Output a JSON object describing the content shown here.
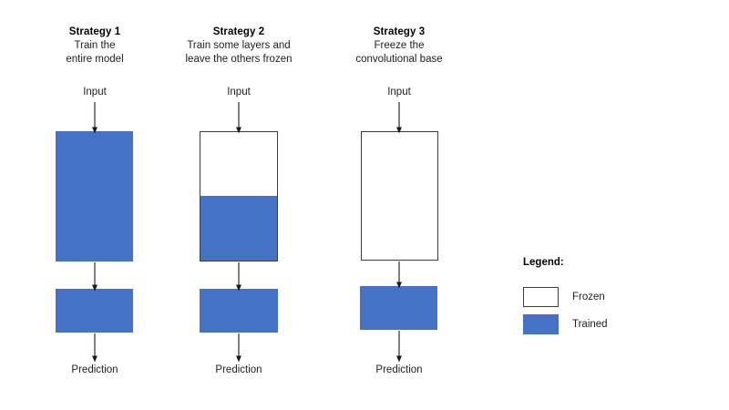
{
  "diagram": {
    "background_color": "#ffffff",
    "trained_color": "#4472c4",
    "frozen_color": "#ffffff",
    "frozen_border_color": "#3c3c3c",
    "arrow_color": "#1a1a1a"
  },
  "columns": [
    {
      "id": "strategy-1",
      "title": "Strategy 1",
      "subtitle_line1": "Train the",
      "subtitle_line2": "entire model",
      "input_label": "Input",
      "output_label": "Prediction",
      "base_block": {
        "state": "trained",
        "frozen_fraction": 0
      },
      "head_block": {
        "state": "trained"
      }
    },
    {
      "id": "strategy-2",
      "title": "Strategy 2",
      "subtitle_line1": "Train some layers and",
      "subtitle_line2": "leave the others frozen",
      "input_label": "Input",
      "output_label": "Prediction",
      "base_block": {
        "state": "split",
        "frozen_fraction": 0.5
      },
      "head_block": {
        "state": "trained"
      }
    },
    {
      "id": "strategy-3",
      "title": "Strategy 3",
      "subtitle_line1": "Freeze the",
      "subtitle_line2": "convolutional base",
      "input_label": "Input",
      "output_label": "Prediction",
      "base_block": {
        "state": "frozen",
        "frozen_fraction": 1
      },
      "head_block": {
        "state": "trained"
      }
    }
  ],
  "legend": {
    "title": "Legend:",
    "items": [
      {
        "swatch": "frozen",
        "label": "Frozen",
        "color": "#ffffff"
      },
      {
        "swatch": "trained",
        "label": "Trained",
        "color": "#4472c4"
      }
    ]
  }
}
